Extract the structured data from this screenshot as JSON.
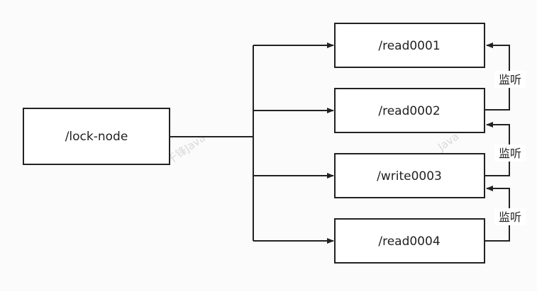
{
  "diagram": {
    "root": {
      "label": "/lock-node"
    },
    "children": [
      {
        "label": "/read0001"
      },
      {
        "label": "/read0002"
      },
      {
        "label": "/write0003"
      },
      {
        "label": "/read0004"
      }
    ],
    "listen_label": "监听",
    "watermark": [
      "千锋Java",
      "Java"
    ],
    "colors": {
      "background": "#fbfbfb",
      "stroke": "#222222",
      "text": "#222222",
      "watermark": "#d9d9d9"
    }
  }
}
